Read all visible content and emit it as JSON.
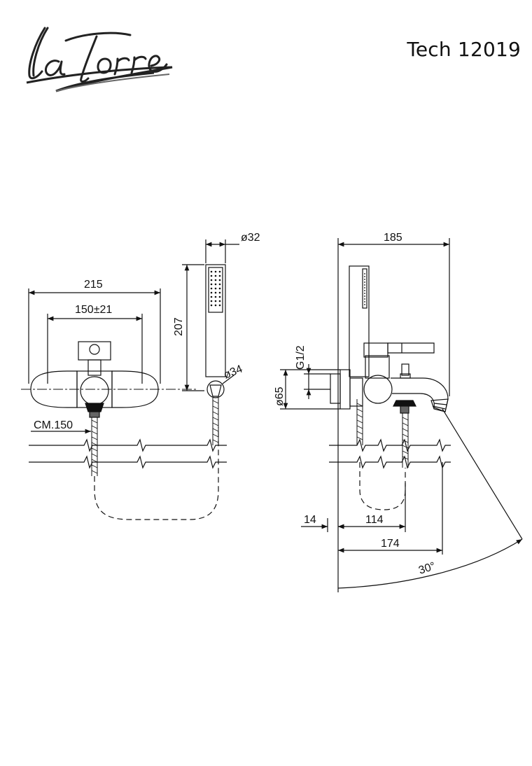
{
  "brand": {
    "name": "laTorre"
  },
  "header": {
    "model": "Tech 12019"
  },
  "front_view": {
    "dims": {
      "overall_width": "215",
      "centers": "150±21",
      "handshower_height": "207",
      "handshower_diameter": "ø32",
      "holder_diameter": "ø34",
      "hose_length": "CM.150"
    }
  },
  "side_view": {
    "dims": {
      "depth_total": "185",
      "thread": "G1/2",
      "body_diameter": "ø65",
      "wall_offset": "14",
      "spout_axis": "114",
      "spout_projection": "174",
      "spout_angle": "30°"
    }
  },
  "colors": {
    "line": "#111111",
    "background": "#ffffff"
  }
}
